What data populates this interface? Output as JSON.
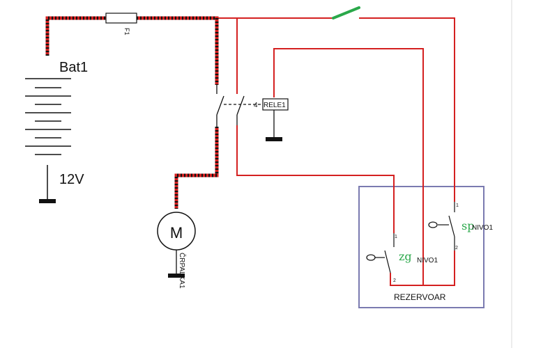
{
  "diagram": {
    "battery": {
      "name": "Bat1",
      "voltage": "12V"
    },
    "fuse": {
      "name": "F1"
    },
    "relay": {
      "name": "RELE1",
      "pin_label": "4"
    },
    "motor": {
      "symbol": "M",
      "name": "ČRPALKA1"
    },
    "reservoir": {
      "label": "REZERVOAR",
      "switch_low": {
        "tag": "zg",
        "name": "NIVO1",
        "pin1": "1",
        "pin2": "2"
      },
      "switch_high": {
        "tag": "sp",
        "name": "NIVO1",
        "pin1": "1",
        "pin2": "2"
      }
    },
    "colors": {
      "wire": "#d42020",
      "active_dots": "#111111",
      "switch_on": "#2aa84a",
      "reservoir_border": "#7a7ab0",
      "ground": "#111111"
    }
  }
}
